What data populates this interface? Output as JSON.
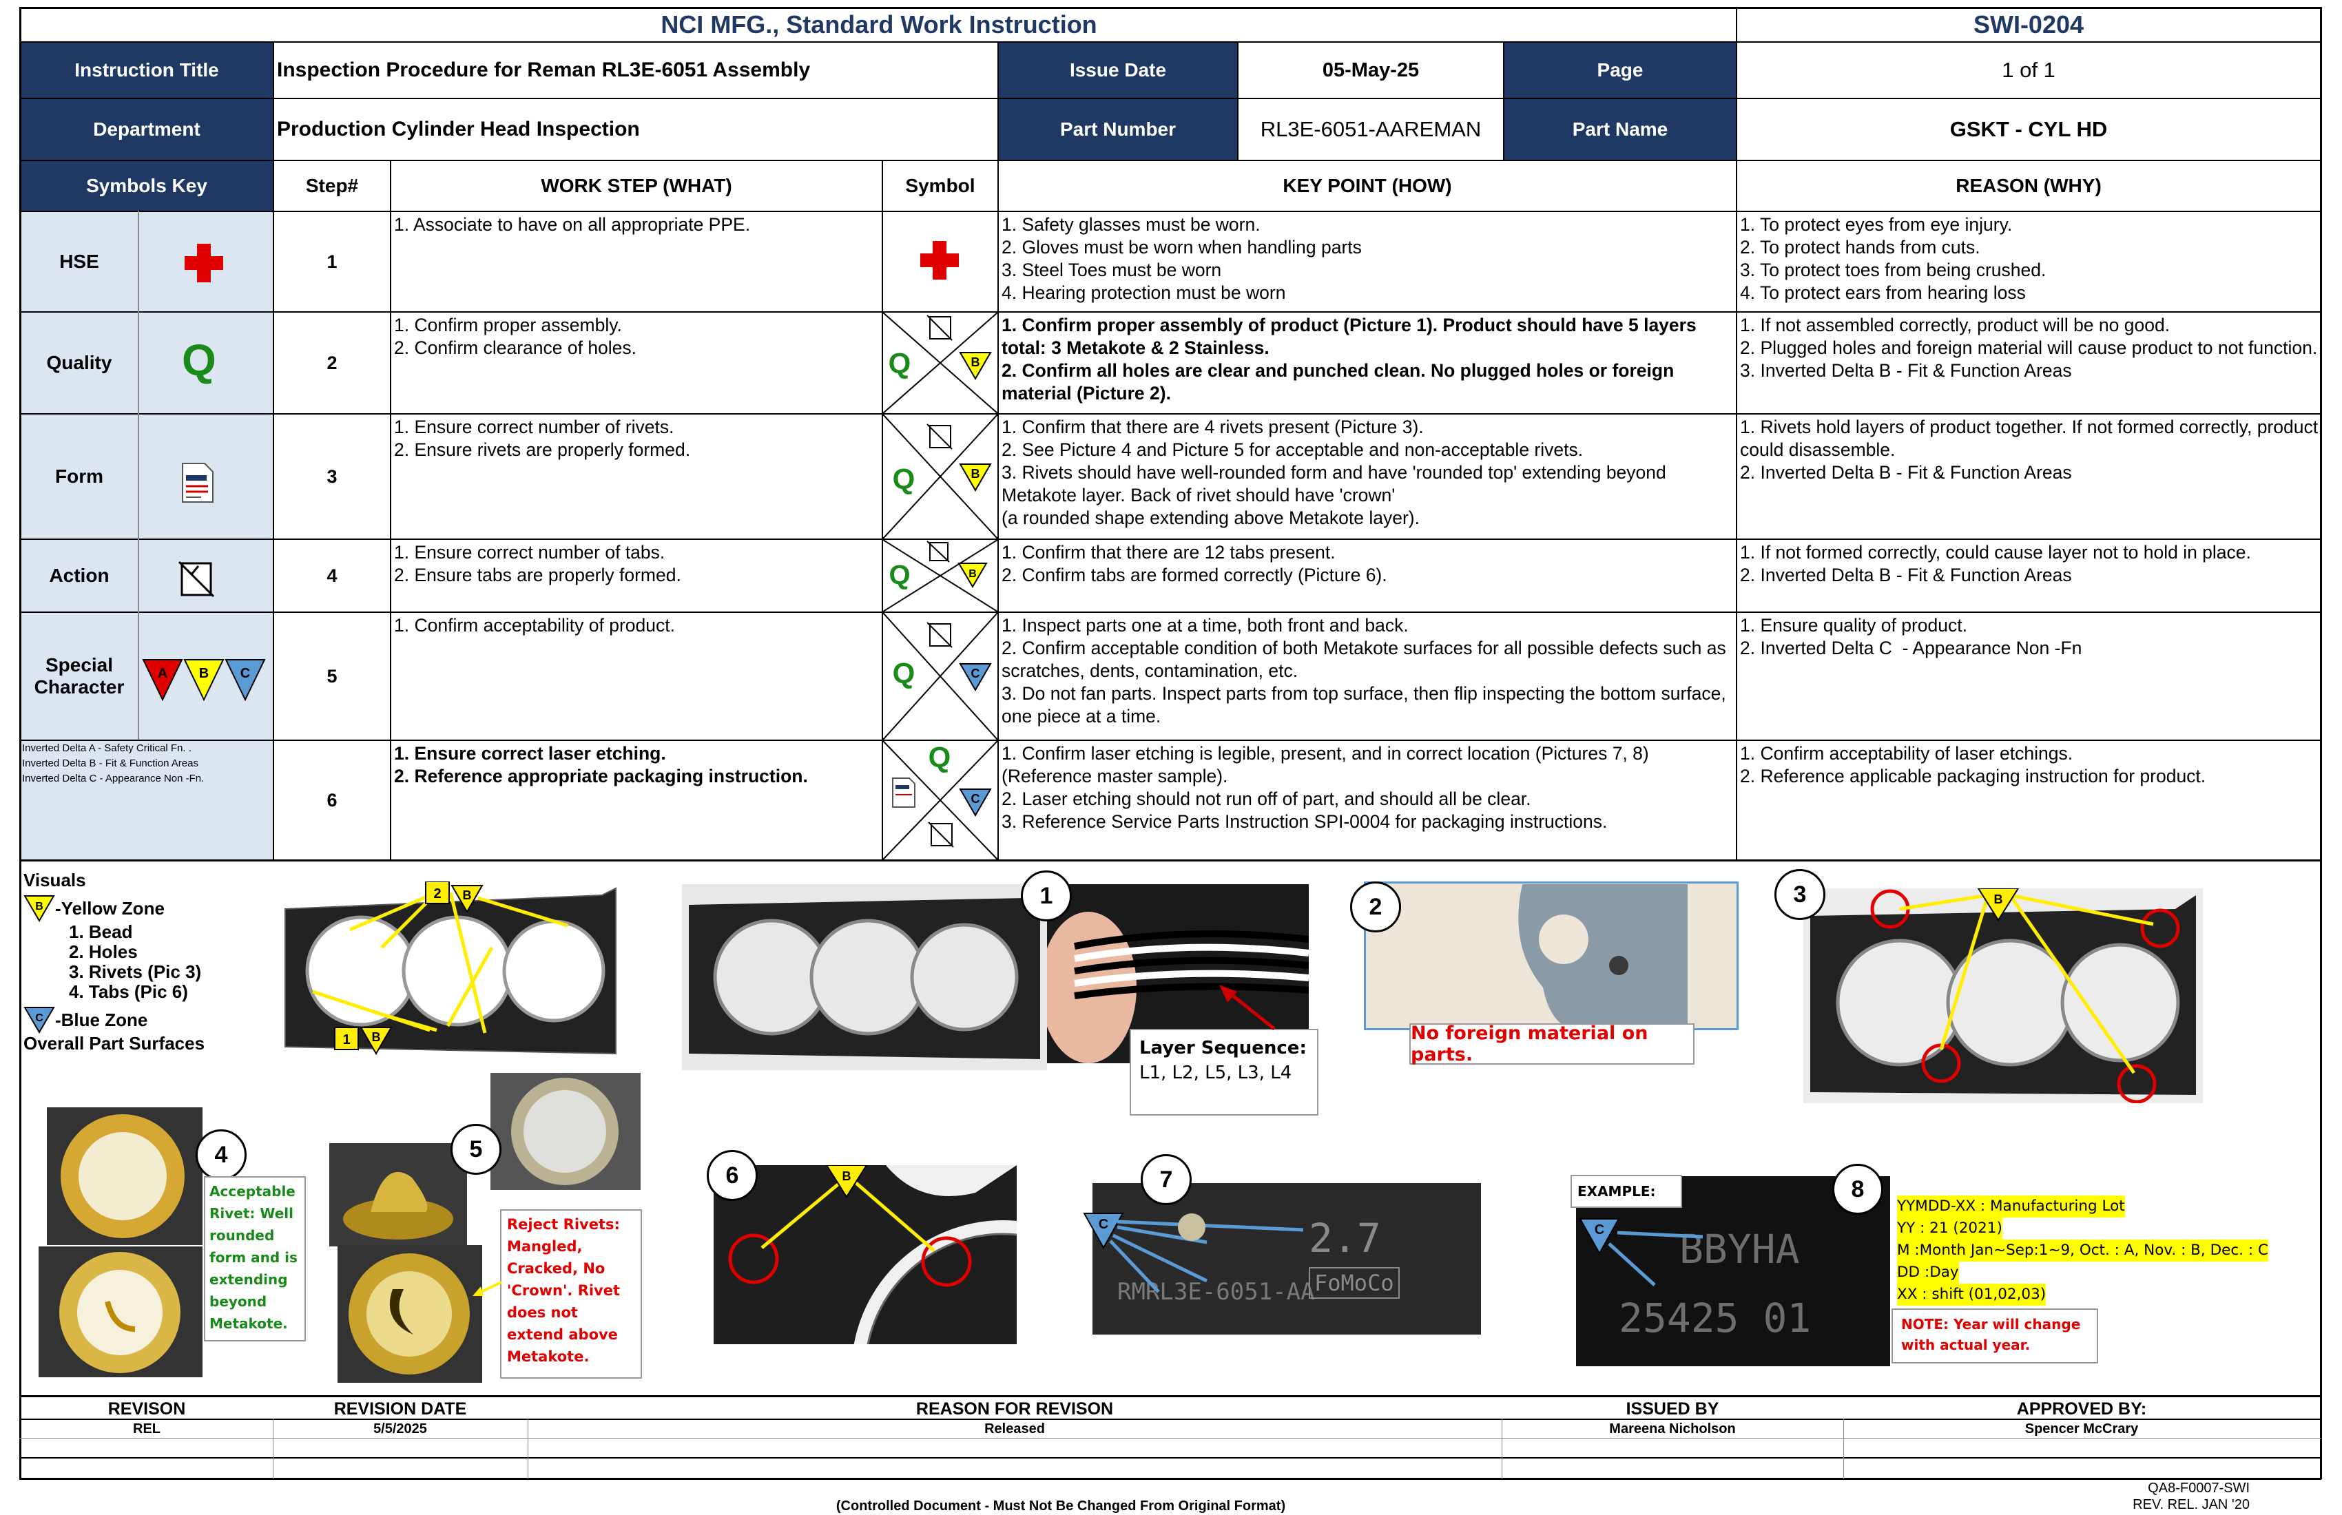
{
  "header": {
    "company": "NCI MFG., Standard Work Instruction",
    "doc_no": "SWI-0204"
  },
  "meta": {
    "instruction_title_label": "Instruction Title",
    "instruction_title": "Inspection Procedure for Reman RL3E-6051 Assembly",
    "issue_date_label": "Issue Date",
    "issue_date": "05-May-25",
    "page_label": "Page",
    "page": "1 of 1",
    "department_label": "Department",
    "department": "Production Cylinder Head Inspection",
    "part_number_label": "Part Number",
    "part_number": "RL3E-6051-AAREMAN",
    "part_name_label": "Part Name",
    "part_name": "GSKT - CYL HD"
  },
  "columns": {
    "symbols_key": "Symbols Key",
    "step": "Step#",
    "what": "WORK STEP (WHAT)",
    "symbol": "Symbol",
    "how": "KEY POINT (HOW)",
    "why": "REASON (WHY)"
  },
  "key": {
    "hse": "HSE",
    "quality": "Quality",
    "form": "Form",
    "action": "Action",
    "special": "Special Character",
    "q_letter": "Q",
    "delta_a": "A",
    "delta_b": "B",
    "delta_c": "C",
    "legend": [
      "Inverted Delta A - Safety Critical Fn. .",
      "Inverted Delta B - Fit & Function Areas",
      "Inverted Delta C  - Appearance Non -Fn."
    ]
  },
  "steps": [
    {
      "num": "1",
      "what": "1. Associate to have on all appropriate PPE.",
      "how": "1. Safety glasses must be worn.\n2. Gloves must be worn when handling parts\n3. Steel Toes must be worn\n4. Hearing protection must be worn",
      "why": "1. To protect eyes from eye injury.\n2. To protect hands from cuts.\n3. To protect toes from being crushed.\n4. To protect ears from hearing loss"
    },
    {
      "num": "2",
      "what": "1. Confirm proper assembly.\n2. Confirm clearance of holes.",
      "how": "1. Confirm proper assembly of product (Picture 1). Product should have 5 layers total: 3 Metakote & 2 Stainless.\n2. Confirm all holes are clear and punched clean. No plugged holes or foreign material (Picture 2).",
      "why": "1. If not assembled correctly, product will be no good.\n2. Plugged holes and foreign material will cause product to not function.\n3. Inverted Delta B - Fit & Function Areas"
    },
    {
      "num": "3",
      "what": "1. Ensure correct number of rivets.\n2. Ensure rivets are properly formed.",
      "how": "1. Confirm that there are 4 rivets present (Picture 3).\n2. See Picture 4 and Picture 5 for acceptable and non-acceptable rivets.\n3. Rivets should have well-rounded form and have 'rounded top' extending beyond Metakote layer. Back of rivet should have 'crown'\n(a rounded shape extending above Metakote layer).",
      "why": "1. Rivets hold layers of product together. If not formed correctly, product could disassemble.\n2. Inverted Delta B - Fit & Function Areas"
    },
    {
      "num": "4",
      "what": "1. Ensure correct number of tabs.\n2. Ensure tabs are properly formed.",
      "how": "1. Confirm that there are 12 tabs present.\n2. Confirm tabs are formed correctly (Picture 6).",
      "why": "1. If not formed correctly, could cause layer not to hold in place.\n2. Inverted Delta B - Fit & Function Areas"
    },
    {
      "num": "5",
      "what": "1. Confirm acceptability of product.",
      "how": "1. Inspect parts one at a time, both front and back.\n2. Confirm acceptable condition of both Metakote surfaces for all possible defects such as scratches, dents, contamination, etc.\n3. Do not fan parts. Inspect parts from top surface, then flip inspecting the bottom surface, one piece at a time.",
      "why": "1. Ensure quality of product.\n2. Inverted Delta C  - Appearance Non -Fn"
    },
    {
      "num": "6",
      "what": "1. Ensure correct laser etching.\n2. Reference appropriate packaging instruction.",
      "how": "1. Confirm laser etching is legible, present, and in correct location (Pictures 7, 8) (Reference master sample).\n2. Laser etching should not run off of part, and should all be clear.\n3. Reference Service Parts Instruction SPI-0004 for packaging instructions.",
      "why": "1. Confirm acceptability of laser etchings.\n2. Reference applicable packaging instruction for product."
    }
  ],
  "visuals": {
    "title": "Visuals",
    "yellow_zone": "-Yellow Zone",
    "yellow_items": [
      "1. Bead",
      "2. Holes",
      "3. Rivets (Pic 3)",
      "4. Tabs (Pic 6)"
    ],
    "blue_zone": "-Blue Zone",
    "blue_desc": "Overall Part Surfaces",
    "pic_nums": [
      "1",
      "2",
      "3",
      "4",
      "5",
      "6",
      "7",
      "8"
    ],
    "layer_title": "Layer Sequence:",
    "layer_seq": "L1, L2, L5, L3, L4",
    "no_foreign": "No foreign material on parts.",
    "acceptable": "Acceptable Rivet: Well rounded form and is extending beyond Metakote.",
    "reject": "Reject Rivets: Mangled, Cracked, No 'Crown'. Rivet does not extend above Metakote.",
    "example": "EXAMPLE:",
    "etch_top": "2.7",
    "etch_part": "RMRL3E-6051-AA",
    "etch_brand": "FoMoCo",
    "etch8_line1": "BBYHA",
    "etch8_line2": "25425 01",
    "lot_lines": [
      "YYMDD-XX : Manufacturing Lot",
      "YY :  21 (2021)",
      "M   :Month Jan~Sep:1~9,   Oct. : A, Nov. : B, Dec. : C",
      "DD  :Day",
      "XX : shift (01,02,03)"
    ],
    "year_note": "NOTE: Year will change with actual year."
  },
  "revision": {
    "headers": [
      "REVISON",
      "REVISION DATE",
      "REASON FOR REVISON",
      "ISSUED BY",
      "APPROVED BY:"
    ],
    "row": [
      "REL",
      "5/5/2025",
      "Released",
      "Mareena Nicholson",
      "Spencer McCrary"
    ]
  },
  "footer": {
    "controlled": "(Controlled Document - Must Not Be Changed From Original Format)",
    "form_no": "QA8-F0007-SWI",
    "rev": "REV. REL. JAN '20"
  },
  "colors": {
    "navy": "#1f3864",
    "key_bg": "#dce6f1",
    "yellow": "#ffff00",
    "blue": "#5b9bd5",
    "red": "#e00000",
    "green": "#1a8a1a"
  }
}
